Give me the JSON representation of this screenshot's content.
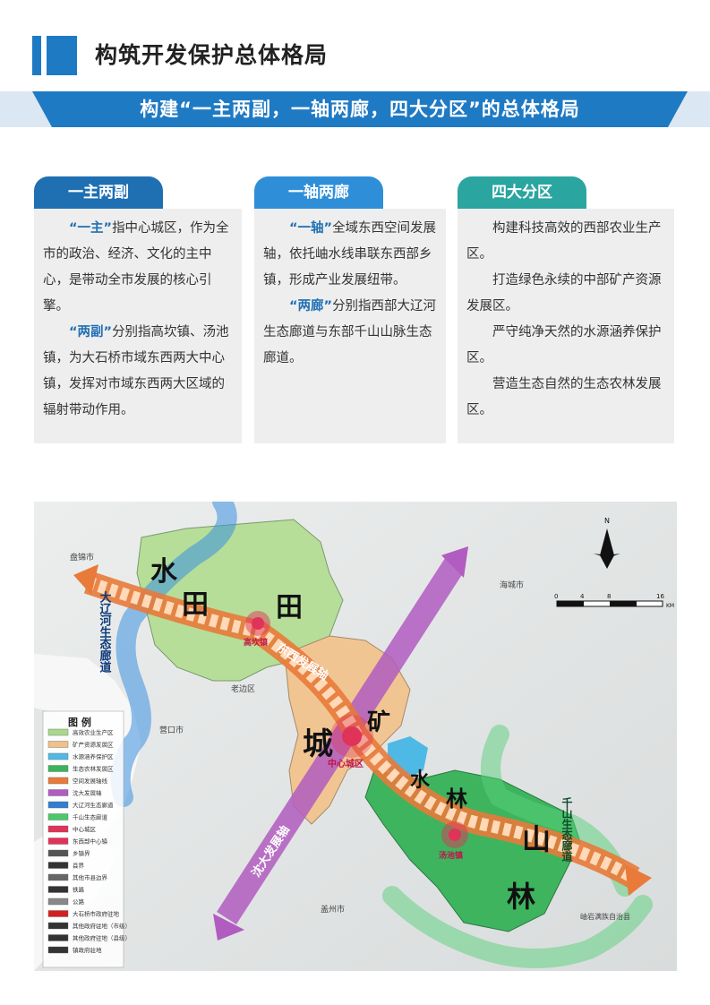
{
  "header": {
    "title": "构筑开发保护总体格局",
    "banner": "构建“一主两副，一轴两廊，四大分区”的总体格局"
  },
  "cards": [
    {
      "tab": "一主两副",
      "p1_hl": "“一主”",
      "p1_text": "指中心城区，作为全市的政治、经济、文化的主中心，是带动全市发展的核心引擎。",
      "p2_hl": "“两副”",
      "p2_text": "分别指高坎镇、汤池镇，为大石桥市域东西两大中心镇，发挥对市域东西两大区域的辐射带动作用。"
    },
    {
      "tab": "一轴两廊",
      "p1_hl": "“一轴”",
      "p1_text": "全域东西空间发展轴，依托岫水线串联东西部乡镇，形成产业发展纽带。",
      "p2_hl": "“两廊”",
      "p2_text": "分别指西部大辽河生态廊道与东部千山山脉生态廊道。"
    },
    {
      "tab": "四大分区",
      "items": [
        "构建科技高效的西部农业生产区。",
        "打造绿色永续的中部矿产资源发展区。",
        "严守纯净天然的水源涵养保护区。",
        "营造生态自然的生态农林发展区。"
      ]
    }
  ],
  "map": {
    "labels": {
      "panjin": "盘锦市",
      "haicheng": "海城市",
      "laobian": "老边区",
      "yingkou": "营口市",
      "gaizhou": "盖州市",
      "xiuyan": "岫岩满族自治县",
      "gaokan": "高坎镇",
      "center": "中心城区",
      "tangchi": "汤池镇",
      "axis": "东西发展轴",
      "shen_da": "沈大发展轴",
      "river": "大辽河生态廊道",
      "qianshan": "千山生态廊道"
    },
    "big_chars": [
      "水",
      "田",
      "田",
      "城",
      "矿",
      "水",
      "林",
      "山",
      "林"
    ],
    "scale": {
      "ticks": [
        "0",
        "4",
        "8",
        "16"
      ],
      "unit": "KM"
    },
    "north": "N",
    "legend": {
      "title": "图 例",
      "items": [
        {
          "label": "高效农业生产区",
          "color": "#a8d98a"
        },
        {
          "label": "矿产资源发展区",
          "color": "#f2c08a"
        },
        {
          "label": "水源涵养保护区",
          "color": "#4fb9e6"
        },
        {
          "label": "生态农林发展区",
          "color": "#3bb35a"
        },
        {
          "label": "空间发展轴线",
          "color": "#e87a3a"
        },
        {
          "label": "沈大发展轴",
          "color": "#b05cc0"
        },
        {
          "label": "大辽河生态廊道",
          "color": "#2f7fd0"
        },
        {
          "label": "千山生态廊道",
          "color": "#4cc86a"
        },
        {
          "label": "中心城区",
          "color": "#e0335a"
        },
        {
          "label": "东西部中心镇",
          "color": "#e0335a"
        },
        {
          "label": "乡镇界",
          "color": "#555555"
        },
        {
          "label": "县界",
          "color": "#333333"
        },
        {
          "label": "其他市县边界",
          "color": "#666666"
        },
        {
          "label": "铁路",
          "color": "#333333"
        },
        {
          "label": "公路",
          "color": "#888888"
        },
        {
          "label": "大石桥市政府驻地",
          "color": "#d42020"
        },
        {
          "label": "其他政府驻地（市级）",
          "color": "#333333"
        },
        {
          "label": "其他政府驻地（县级）",
          "color": "#333333"
        },
        {
          "label": "镇政府驻地",
          "color": "#333333"
        }
      ]
    }
  }
}
